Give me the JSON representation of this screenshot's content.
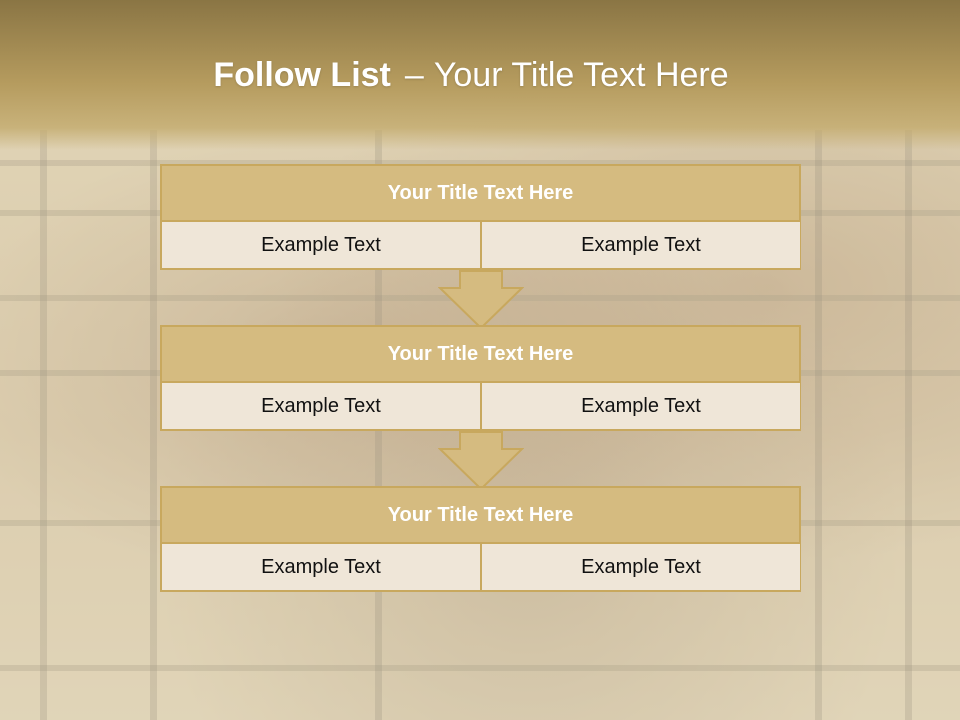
{
  "slide": {
    "title_bold": "Follow List",
    "title_dash": "–",
    "title_rest": "Your Title Text Here"
  },
  "steps": [
    {
      "heading": "Your Title Text Here",
      "left": "Example Text",
      "right": "Example Text"
    },
    {
      "heading": "Your Title Text Here",
      "left": "Example Text",
      "right": "Example Text"
    },
    {
      "heading": "Your Title Text Here",
      "left": "Example Text",
      "right": "Example Text"
    }
  ],
  "colors": {
    "header_top": "#8a7544",
    "header_bottom": "#b59b5e",
    "block_border": "#c8a85e",
    "block_head": "#d5bb80",
    "block_body": "#efe6d8"
  }
}
